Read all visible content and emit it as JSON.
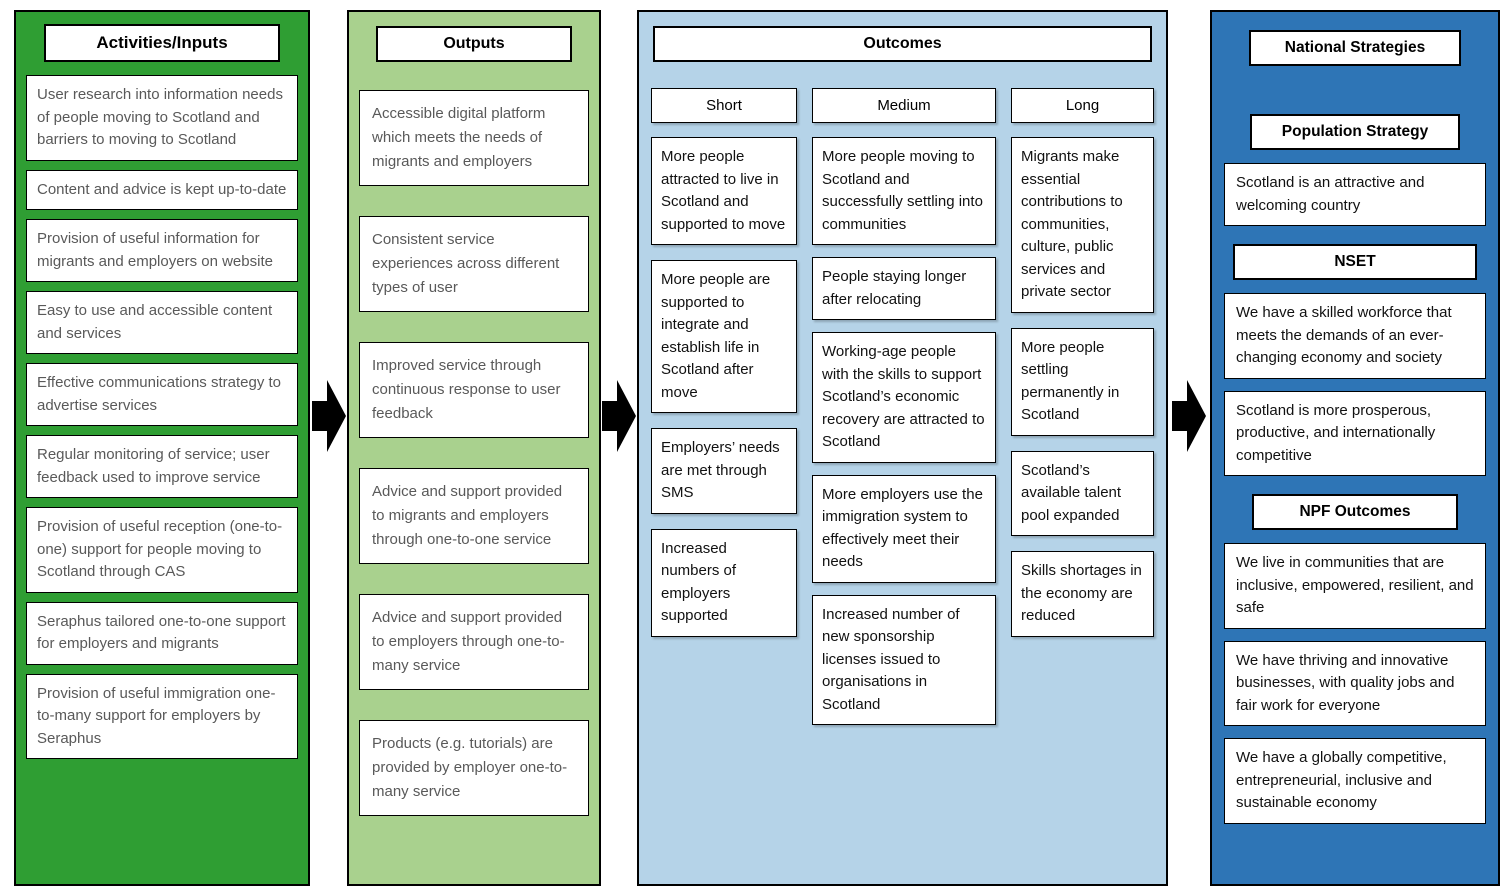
{
  "colors": {
    "activities_bg": "#2f9e33",
    "outputs_bg": "#a9d18e",
    "outcomes_bg": "#b5d3e8",
    "strategies_bg": "#2e75b6",
    "box_bg": "#ffffff",
    "box_border": "#000000",
    "muted_text": "#595959",
    "dark_text": "#111111",
    "arrow": "#000000"
  },
  "icons": {
    "flow_arrow": "right-block-arrow"
  },
  "activities": {
    "title": "Activities/Inputs",
    "items": [
      "User research into information needs of people moving to Scotland and barriers to moving to Scotland",
      "Content and advice is kept up-to-date",
      "Provision of useful information for migrants and employers on website",
      "Easy to use and accessible content and services",
      "Effective communications strategy to advertise services",
      "Regular monitoring of service; user feedback used to improve service",
      "Provision of useful reception (one-to-one) support for people moving to Scotland through CAS",
      "Seraphus tailored one-to-one support for employers and migrants",
      "Provision of useful immigration one-to-many support for employers by Seraphus"
    ]
  },
  "outputs": {
    "title": "Outputs",
    "items": [
      "Accessible digital platform which meets the needs of migrants and employers",
      "Consistent service experiences across different types of user",
      "Improved service through continuous response to user feedback",
      "Advice and support provided to migrants and employers through one-to-one service",
      "Advice and support provided to employers through one-to-many service",
      "Products (e.g. tutorials) are provided by employer one-to-many service"
    ]
  },
  "outcomes": {
    "title": "Outcomes",
    "short": {
      "label": "Short",
      "items": [
        "More people attracted to live in Scotland and supported to move",
        "More people are supported to integrate and establish life in Scotland after move",
        "Employers’ needs are met through SMS",
        "Increased numbers of employers supported"
      ]
    },
    "medium": {
      "label": "Medium",
      "items": [
        "More people moving to Scotland and successfully settling into communities",
        "People staying longer after relocating",
        "Working-age people with the skills to support Scotland’s economic recovery are attracted to Scotland",
        "More employers use the immigration system to effectively meet their needs",
        "Increased number of new sponsorship licenses issued to organisations in Scotland"
      ]
    },
    "long": {
      "label": "Long",
      "items": [
        "Migrants make essential contributions to communities, culture, public services and private sector",
        "More people settling permanently in Scotland",
        "Scotland’s available talent pool expanded",
        "Skills shortages in the economy are reduced"
      ]
    }
  },
  "strategies": {
    "title": "National Strategies",
    "sections": [
      {
        "heading": "Population Strategy",
        "items": [
          "Scotland is an attractive and welcoming country"
        ]
      },
      {
        "heading": "NSET",
        "items": [
          "We have a skilled workforce that meets the demands of an ever-changing economy and society",
          "Scotland is more prosperous, productive, and internationally competitive"
        ]
      },
      {
        "heading": "NPF Outcomes",
        "items": [
          "We live in communities that are inclusive, empowered, resilient, and safe",
          "We have thriving and innovative businesses, with quality jobs and fair work for everyone",
          "We have a globally competitive, entrepreneurial, inclusive and sustainable economy"
        ]
      }
    ]
  }
}
